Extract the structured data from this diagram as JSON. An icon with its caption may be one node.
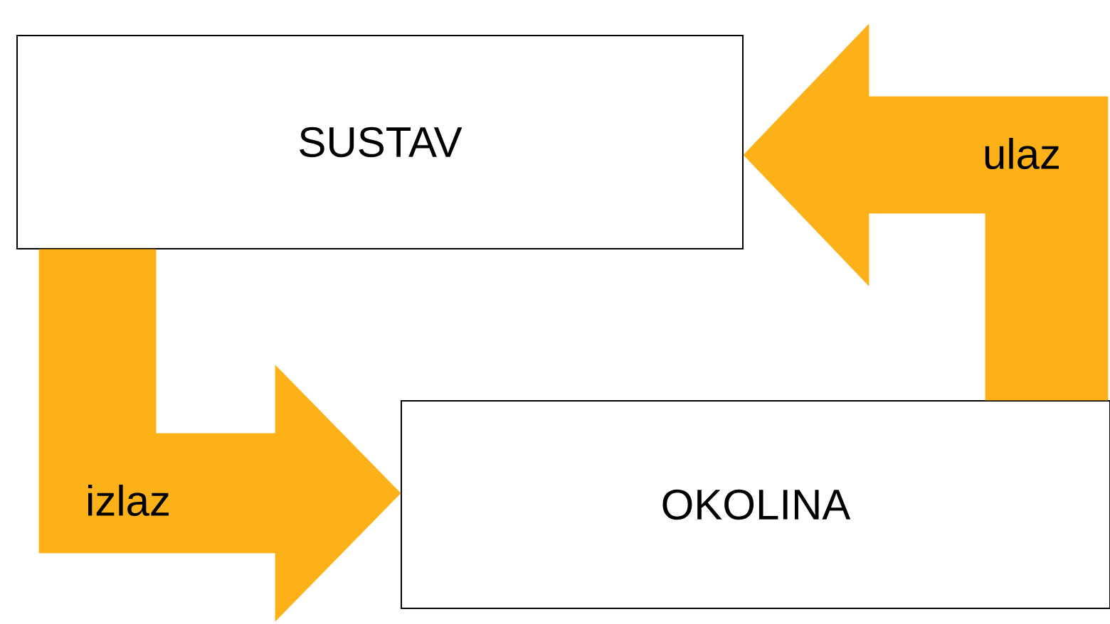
{
  "diagram": {
    "nodes": [
      {
        "text": [
          "SUSTAV"
        ]
      },
      {
        "text": [
          "OKOLINA"
        ]
      }
    ],
    "edges": [
      {
        "from": 0,
        "to": 1,
        "arrow": "to",
        "label": "izlaz",
        "style": "thick"
      },
      {
        "from": 1,
        "to": 0,
        "arrow": "to",
        "label": "ulaz",
        "style": "thick"
      }
    ]
  }
}
